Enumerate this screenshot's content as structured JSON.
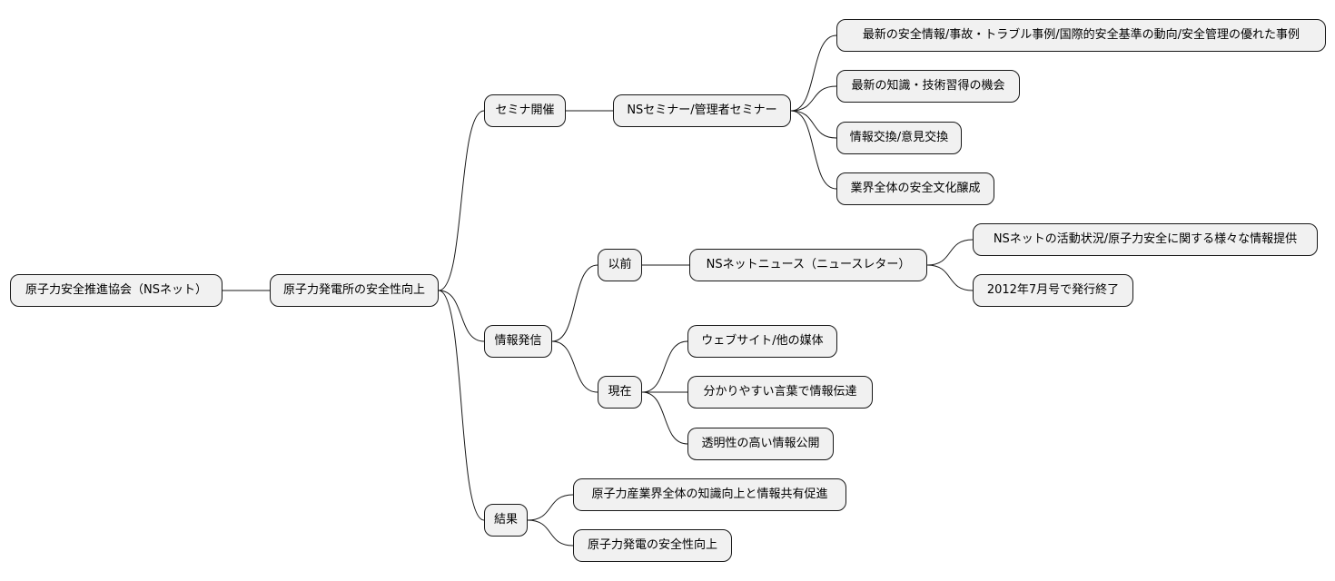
{
  "mindmap": {
    "root": "原子力安全推進協会（NSネット）",
    "level1": "原子力発電所の安全性向上",
    "seminar": {
      "label": "セミナ開催",
      "child": "NSセミナー/管理者セミナー",
      "items": [
        "最新の安全情報/事故・トラブル事例/国際的安全基準の動向/安全管理の優れた事例",
        "最新の知識・技術習得の機会",
        "情報交換/意見交換",
        "業界全体の安全文化醸成"
      ]
    },
    "info": {
      "label": "情報発信",
      "past": {
        "label": "以前",
        "child": "NSネットニュース（ニュースレター）",
        "items": [
          "NSネットの活動状況/原子力安全に関する様々な情報提供",
          "2012年7月号で発行終了"
        ]
      },
      "present": {
        "label": "現在",
        "items": [
          "ウェブサイト/他の媒体",
          "分かりやすい言葉で情報伝達",
          "透明性の高い情報公開"
        ]
      }
    },
    "result": {
      "label": "結果",
      "items": [
        "原子力産業界全体の知識向上と情報共有促進",
        "原子力発電の安全性向上"
      ]
    }
  }
}
